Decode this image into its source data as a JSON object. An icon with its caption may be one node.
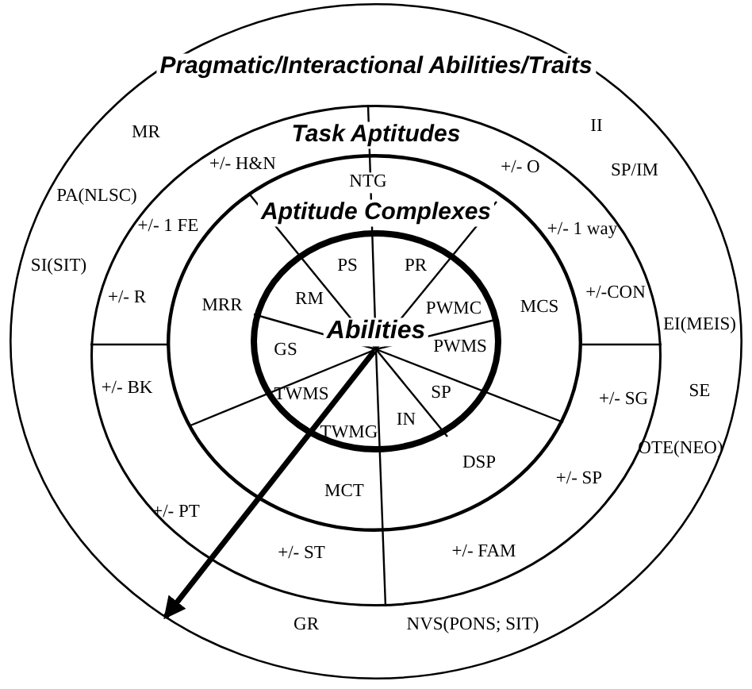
{
  "diagram": {
    "nodes": [
      {
        "text": [
          "Pragmatic/Interactional Abilities/Traits"
        ]
      },
      {
        "text": [
          "Task Aptitudes"
        ],
        "in": 0
      },
      {
        "text": [
          "Aptitude Complexes"
        ],
        "in": 1
      },
      {
        "text": [
          "Abilities"
        ],
        "in": 2
      }
    ],
    "labels": [
      "MR",
      "II",
      "PA(NLSC)",
      "SP/IM",
      "SI(SIT)",
      "EI(MEIS)",
      "SE",
      "OTE(NEO)",
      "GR",
      "NVS(PONS; SIT)",
      "+/- H&N",
      "+/- O",
      "+/- 1 FE",
      "+/- 1 way",
      "+/- R",
      "+/-CON",
      "+/- BK",
      "+/- SG",
      "+/- PT",
      "+/- SP",
      "+/- ST",
      "+/- FAM",
      "NTG",
      "MRR",
      "MCS",
      "DSP",
      "MCT",
      "PS",
      "PR",
      "RM",
      "PWMC",
      "GS",
      "PWMS",
      "TWMS",
      "SP",
      "IN",
      "TWMG"
    ]
  }
}
